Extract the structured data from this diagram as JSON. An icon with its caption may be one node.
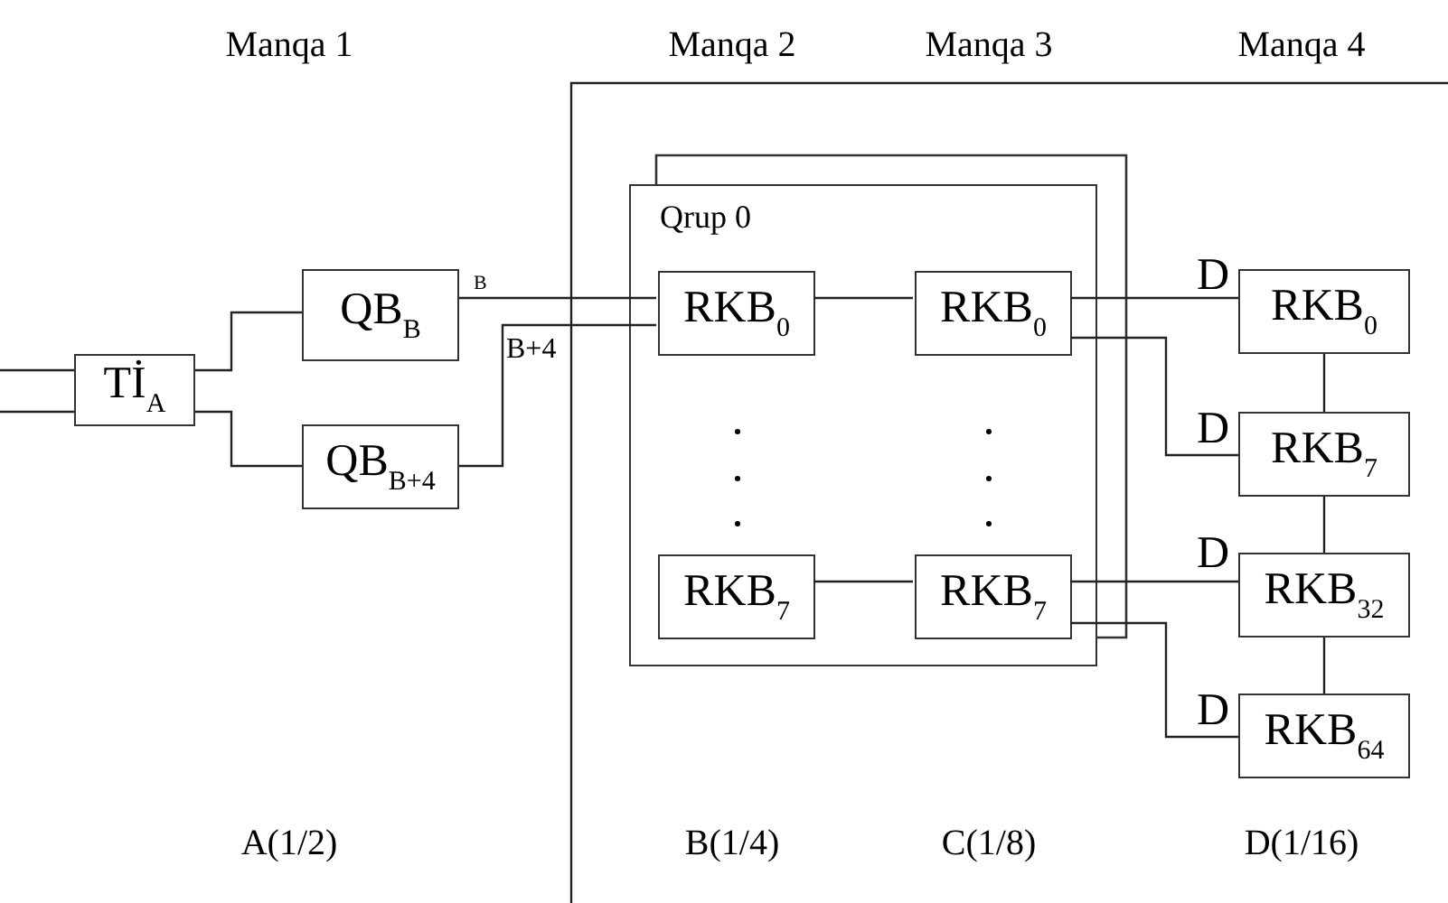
{
  "diagram": {
    "nodes": [
      {
        "text": [
          "Tİ$_{A}$"
        ]
      },
      {
        "text": [
          "QB$_{B}$"
        ]
      },
      {
        "text": [
          "QB$_{B+4}$"
        ]
      },
      {
        "text": [
          "Qrup 0"
        ]
      },
      {
        "text": [
          "RKB$_{0}$"
        ],
        "in": 3
      },
      {
        "text": [
          "RKB$_{0}$"
        ],
        "in": 3
      },
      {
        "text": [
          "RKB$_{7}$"
        ],
        "in": 3
      },
      {
        "text": [
          "RKB$_{7}$"
        ],
        "in": 3
      },
      {
        "text": [
          "RKB$_{0}$"
        ]
      },
      {
        "text": [
          "RKB$_{7}$"
        ]
      },
      {
        "text": [
          "RKB$_{32}$"
        ]
      },
      {
        "text": [
          "RKB$_{64}$"
        ]
      }
    ],
    "edges": [
      {
        "from": null,
        "to": 0,
        "arrow": "none"
      },
      {
        "from": null,
        "to": 0,
        "arrow": "none"
      },
      {
        "from": 0,
        "to": 1,
        "arrow": "none"
      },
      {
        "from": 0,
        "to": 2,
        "arrow": "none"
      },
      {
        "from": 1,
        "to": 4,
        "arrow": "none",
        "label": "B"
      },
      {
        "from": 2,
        "to": 4,
        "arrow": "none",
        "label": "B+4"
      },
      {
        "from": 4,
        "to": 5,
        "arrow": "none"
      },
      {
        "from": 6,
        "to": 7,
        "arrow": "none"
      },
      {
        "from": 5,
        "to": 8,
        "arrow": "none",
        "label": "D"
      },
      {
        "from": 5,
        "to": 9,
        "arrow": "none",
        "label": "D"
      },
      {
        "from": 7,
        "to": 10,
        "arrow": "none",
        "label": "D"
      },
      {
        "from": 7,
        "to": 11,
        "arrow": "none",
        "label": "D"
      },
      {
        "from": 8,
        "to": 9,
        "arrow": "none"
      },
      {
        "from": 9,
        "to": 10,
        "arrow": "none"
      },
      {
        "from": 10,
        "to": 11,
        "arrow": "none"
      }
    ],
    "labels": [
      "Manqa 1",
      "Manqa 2",
      "Manqa 3",
      "Manqa 4",
      "A(1/2)",
      "B(1/4)",
      "C(1/8)",
      "D(1/16)"
    ]
  }
}
